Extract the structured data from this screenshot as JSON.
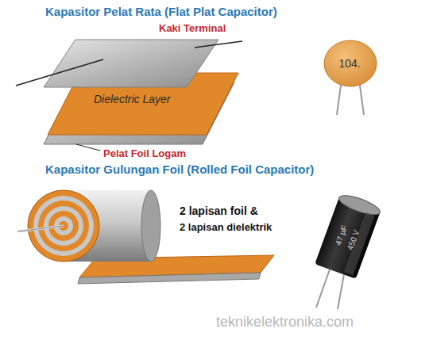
{
  "diagram": {
    "labels": [
      "Kapasitor Pelat Rata (Flat Plat Capacitor)",
      "Kaki Terminal",
      "Dielectric Layer",
      "Pelat Foil Logam",
      "104.",
      "Kapasitor Gulungan Foil (Rolled Foil Capacitor)",
      "2 lapisan foil &",
      "2 lapisan dielektrik",
      "47 µF",
      "450 V",
      "teknikelektronika.com"
    ]
  }
}
